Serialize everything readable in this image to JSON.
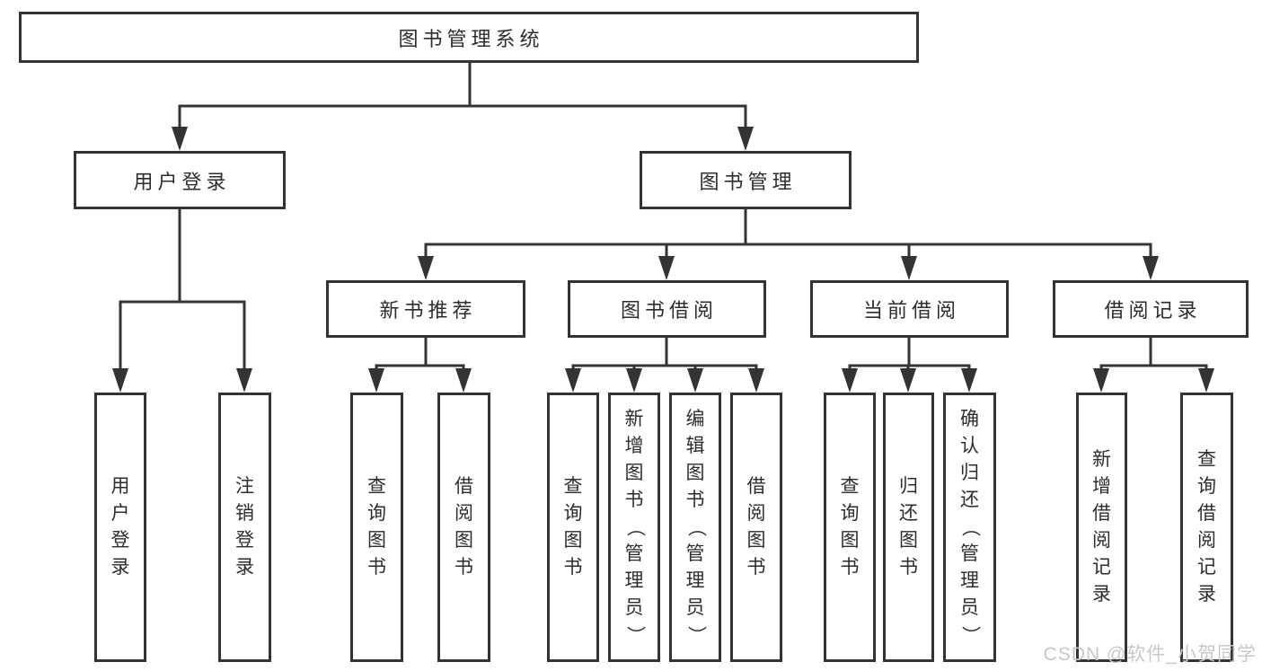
{
  "diagram": {
    "title": "图书管理系统",
    "line_color": "#333333",
    "box_border_color": "#333333",
    "text_color": "#2d2d2d",
    "modules": {
      "user_login": {
        "label": "用户登录",
        "children": [
          "用户登录",
          "注销登录"
        ]
      },
      "book_mgmt": {
        "label": "图书管理",
        "sections": {
          "new_books": {
            "label": "新书推荐",
            "children": [
              "查询图书",
              "借阅图书"
            ]
          },
          "book_borrow": {
            "label": "图书借阅",
            "children": [
              "查询图书",
              "新增图书（管理员）",
              "编辑图书（管理员）",
              "借阅图书"
            ]
          },
          "current_borrow": {
            "label": "当前借阅",
            "children": [
              "查询图书",
              "归还图书",
              "确认归还（管理员）"
            ]
          },
          "borrow_records": {
            "label": "借阅记录",
            "children": [
              "新增借阅记录",
              "查询借阅记录"
            ]
          }
        }
      }
    },
    "watermark": {
      "text": "CSDN @软件_小贺同学",
      "color": "#c8c8c8"
    }
  }
}
